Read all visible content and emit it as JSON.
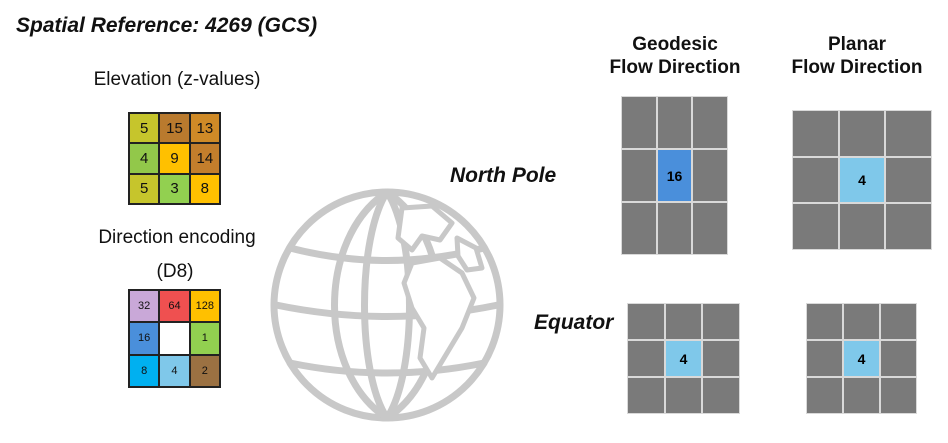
{
  "title": "Spatial Reference: 4269 (GCS)",
  "elevation": {
    "label": "Elevation (z-values)",
    "cells": [
      {
        "v": "5",
        "color": "#c6c52c"
      },
      {
        "v": "15",
        "color": "#b97a2e"
      },
      {
        "v": "13",
        "color": "#cf8a27"
      },
      {
        "v": "4",
        "color": "#92c84a"
      },
      {
        "v": "9",
        "color": "#ffc000"
      },
      {
        "v": "14",
        "color": "#c37e2c"
      },
      {
        "v": "5",
        "color": "#c6c52c"
      },
      {
        "v": "3",
        "color": "#92d050"
      },
      {
        "v": "8",
        "color": "#ffc000"
      }
    ]
  },
  "direction_encoding": {
    "label_line1": "Direction encoding",
    "label_line2": "(D8)",
    "cells": [
      {
        "v": "32",
        "color": "#c9a8d8"
      },
      {
        "v": "64",
        "color": "#ef5050"
      },
      {
        "v": "128",
        "color": "#ffc000"
      },
      {
        "v": "16",
        "color": "#4a8fdb"
      },
      {
        "v": "",
        "color": "#ffffff"
      },
      {
        "v": "1",
        "color": "#92d050"
      },
      {
        "v": "8",
        "color": "#00b0f0"
      },
      {
        "v": "4",
        "color": "#7fc8ea"
      },
      {
        "v": "2",
        "color": "#9b7142"
      }
    ]
  },
  "headers": {
    "geodesic_line1": "Geodesic",
    "geodesic_line2": "Flow Direction",
    "planar_line1": "Planar",
    "planar_line2": "Flow Direction"
  },
  "rows": {
    "north_pole": "North Pole",
    "equator": "Equator"
  },
  "flow_grids": {
    "north_geodesic": {
      "value": "16",
      "color": "#4a8fdb"
    },
    "north_planar": {
      "value": "4",
      "color": "#7fc8ea"
    },
    "equator_geodesic": {
      "value": "4",
      "color": "#7fc8ea"
    },
    "equator_planar": {
      "value": "4",
      "color": "#7fc8ea"
    }
  },
  "colors": {
    "grid_gray": "#7a7a7a",
    "globe_line": "#c8c8c8"
  },
  "icons": {
    "globe": "globe-icon"
  }
}
